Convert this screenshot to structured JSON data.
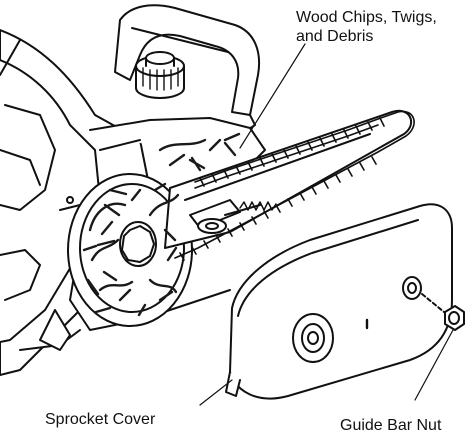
{
  "labels": {
    "debris_line1": "Wood Chips, Twigs,",
    "debris_line2": "and Debris",
    "sprocket_cover": "Sprocket Cover",
    "guide_bar_nut": "Guide Bar Nut"
  },
  "colors": {
    "line": "#111111",
    "background": "#ffffff",
    "debris": "#1a1a1a"
  }
}
